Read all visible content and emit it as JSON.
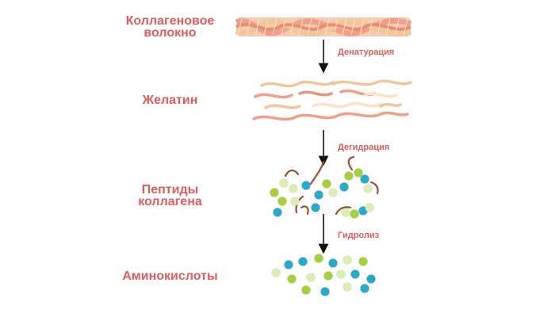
{
  "colors": {
    "label": "#e05d5d",
    "fiber_pink": "#f0a08a",
    "fiber_orange": "#f2c69b",
    "fiber_light": "#fbe3c8",
    "bead_green": "#a6d13c",
    "bead_light": "#dbeeb3",
    "bead_blue": "#2aaac9",
    "link_brown": "#9c4f38",
    "arrow": "#111111"
  },
  "stages": {
    "collagen": {
      "line1": "Коллагеновое",
      "line2": "волокно"
    },
    "gelatin": {
      "label": "Желатин"
    },
    "peptides": {
      "line1": "Пептиды",
      "line2": "коллагена"
    },
    "amino": {
      "label": "Аминокислоты"
    }
  },
  "steps": {
    "denaturation": "Денатурация",
    "dehydration": "Дегидрация",
    "hydrolysis": "Гидролиз"
  }
}
